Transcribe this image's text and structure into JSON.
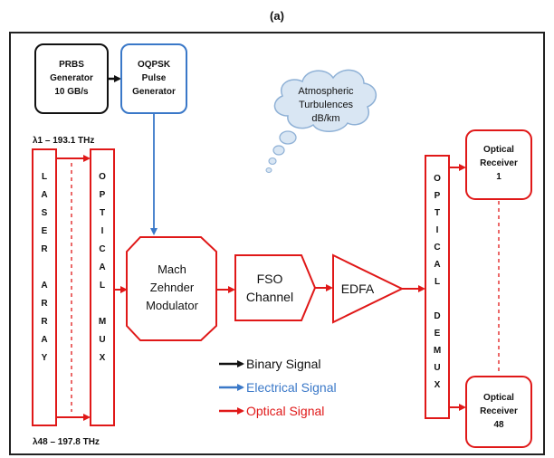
{
  "figure_label": "(a)",
  "colors": {
    "black": "#111111",
    "red": "#e01818",
    "blue": "#3a78c8",
    "cloud_fill": "#d9e6f3",
    "cloud_stroke": "#8fb1d6"
  },
  "blocks": {
    "prbs": [
      "PRBS",
      "Generator",
      "10 GB/s"
    ],
    "oqpsk": [
      "OQPSK",
      "Pulse",
      "Generator"
    ],
    "cloud": [
      "Atmospheric",
      "Turbulences",
      "dB/km"
    ],
    "laser_array": "LASER ARRAY",
    "optical_mux": "OPTICAL MUX",
    "mzm": [
      "Mach",
      "Zehnder",
      "Modulator"
    ],
    "fso": [
      "FSO",
      "Channel"
    ],
    "edfa": "EDFA",
    "optical_demux": "OPTICAL DEMUX",
    "receiver_1": [
      "Optical",
      "Receiver",
      "1"
    ],
    "receiver_48": [
      "Optical",
      "Receiver",
      "48"
    ]
  },
  "wavelength_top": "λ1 – 193.1 THz",
  "wavelength_bottom": "λ48 – 197.8 THz",
  "legend": {
    "binary": "Binary Signal",
    "electrical": "Electrical Signal",
    "optical": "Optical Signal"
  }
}
